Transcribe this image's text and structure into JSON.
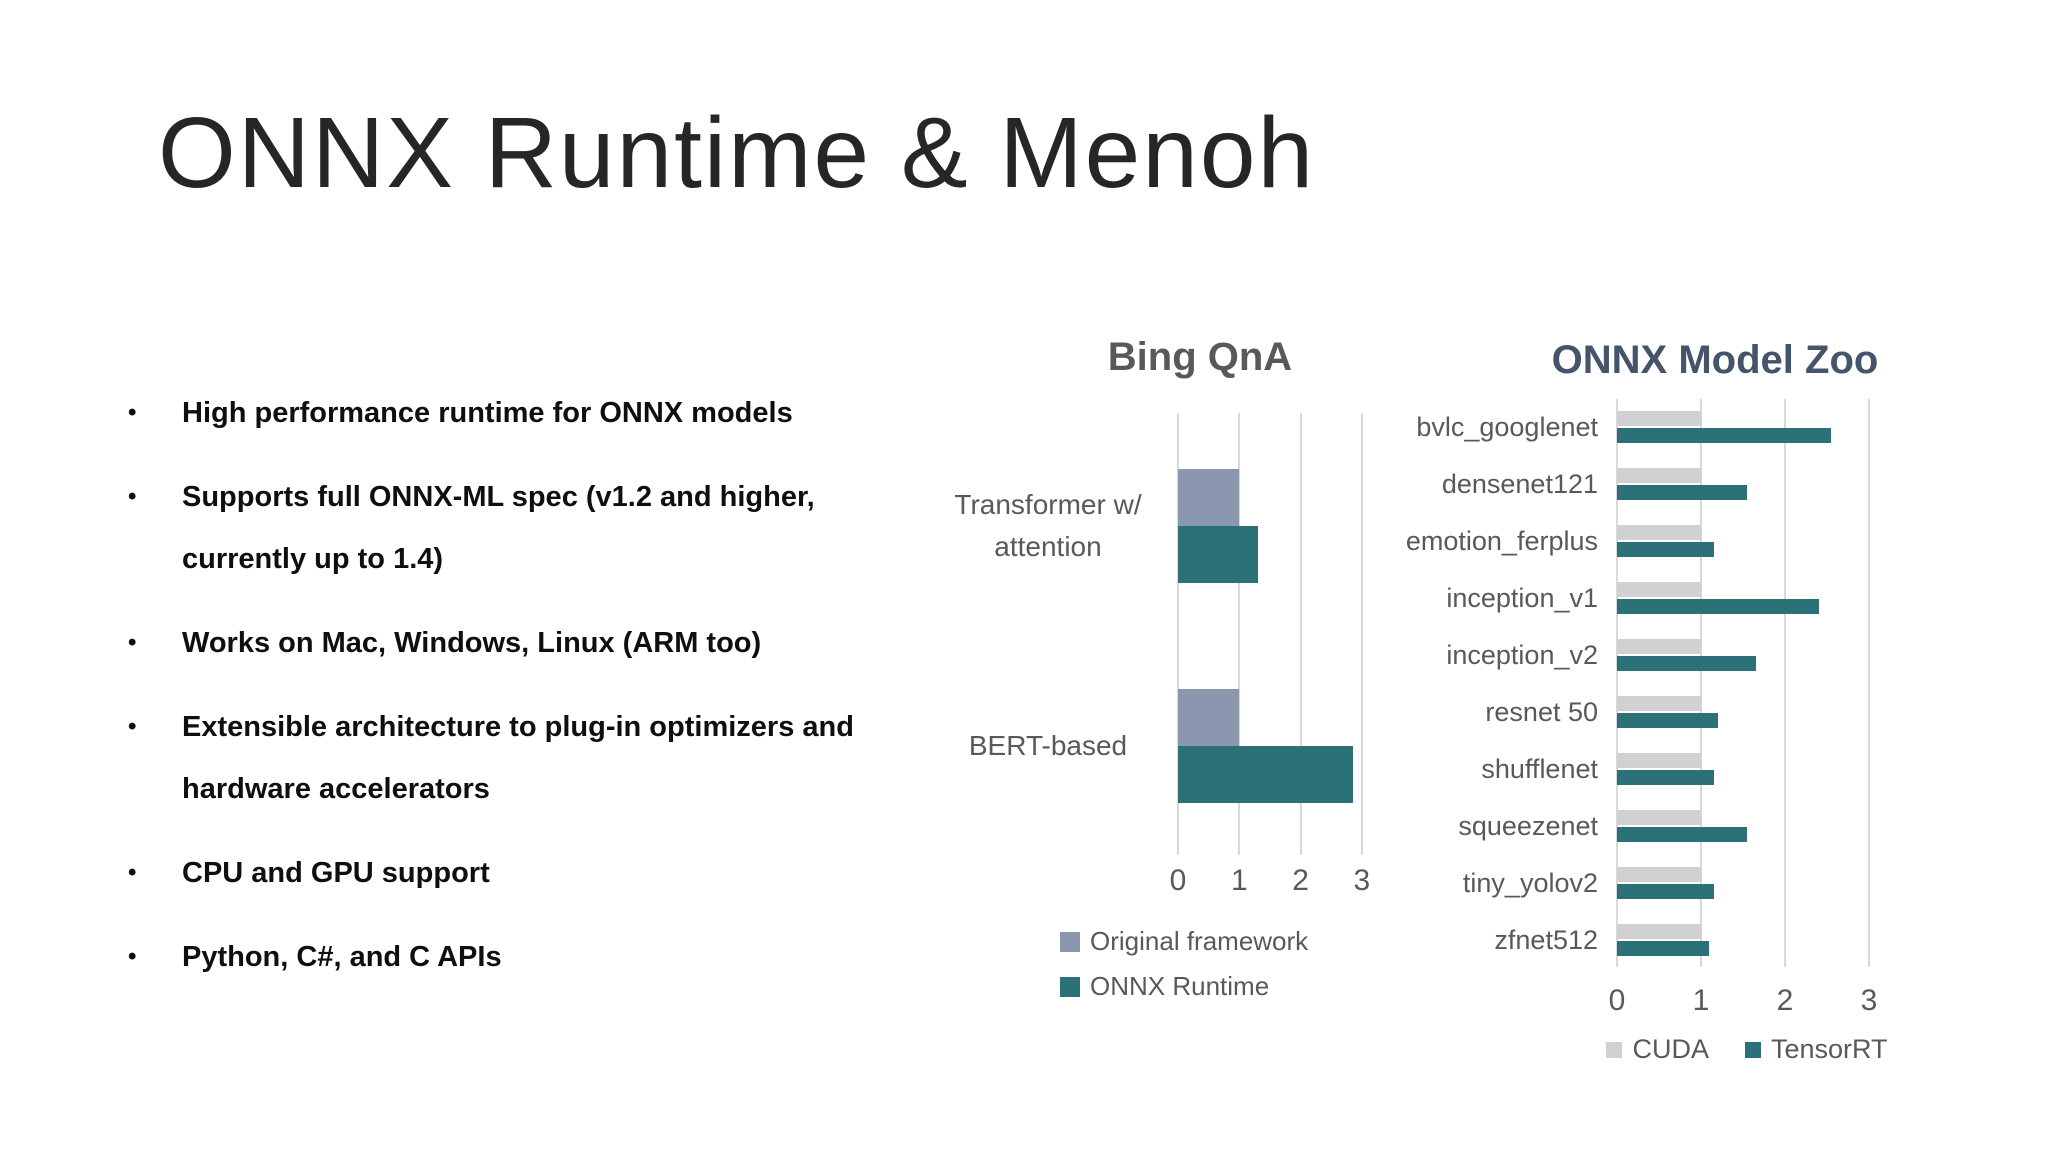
{
  "slide": {
    "title": "ONNX Runtime & Menoh",
    "bullet_glyph": "•",
    "bullets": [
      "High performance runtime for ONNX models",
      "Supports full ONNX-ML spec (v1.2 and higher, currently up to 1.4)",
      "Works on Mac, Windows, Linux (ARM too)",
      "Extensible architecture to plug-in optimizers and hardware accelerators",
      "CPU and GPU support",
      "Python, C#, and C APIs"
    ]
  },
  "colors": {
    "background": "#ffffff",
    "title_text": "#262626",
    "body_text": "#0f0f0f",
    "chart_text": "#595959",
    "zoo_title_text": "#44546a",
    "gridline": "#d9d9d9",
    "original_framework_bar": "#8b97ae",
    "onnx_runtime_bar": "#2b7177",
    "cuda_bar": "#d1d0d3",
    "tensorrt_bar": "#2b7177"
  },
  "chart_data": [
    {
      "type": "bar",
      "orientation": "horizontal",
      "title": "Bing QnA",
      "categories": [
        "Transformer w/ attention",
        "BERT-based"
      ],
      "series": [
        {
          "name": "Original framework",
          "color": "#8b97ae",
          "values": [
            1.0,
            1.0
          ]
        },
        {
          "name": "ONNX Runtime",
          "color": "#2b7177",
          "values": [
            1.3,
            2.85
          ]
        }
      ],
      "xlim": [
        0,
        3
      ],
      "xticks": [
        0,
        1,
        2,
        3
      ],
      "grid": true,
      "legend_position": "bottom-left stacked"
    },
    {
      "type": "bar",
      "orientation": "horizontal",
      "title": "ONNX Model Zoo",
      "categories": [
        "bvlc_googlenet",
        "densenet121",
        "emotion_ferplus",
        "inception_v1",
        "inception_v2",
        "resnet 50",
        "shufflenet",
        "squeezenet",
        "tiny_yolov2",
        "zfnet512"
      ],
      "series": [
        {
          "name": "CUDA",
          "color": "#d1d0d3",
          "values": [
            1.0,
            1.0,
            1.0,
            1.0,
            1.0,
            1.0,
            1.0,
            1.0,
            1.0,
            1.0
          ]
        },
        {
          "name": "TensorRT",
          "color": "#2b7177",
          "values": [
            2.55,
            1.55,
            1.15,
            2.4,
            1.65,
            1.2,
            1.15,
            1.55,
            1.15,
            1.1
          ]
        }
      ],
      "xlim": [
        0,
        3
      ],
      "xticks": [
        0,
        1,
        2,
        3
      ],
      "grid": true,
      "legend_position": "bottom-center horizontal"
    }
  ]
}
